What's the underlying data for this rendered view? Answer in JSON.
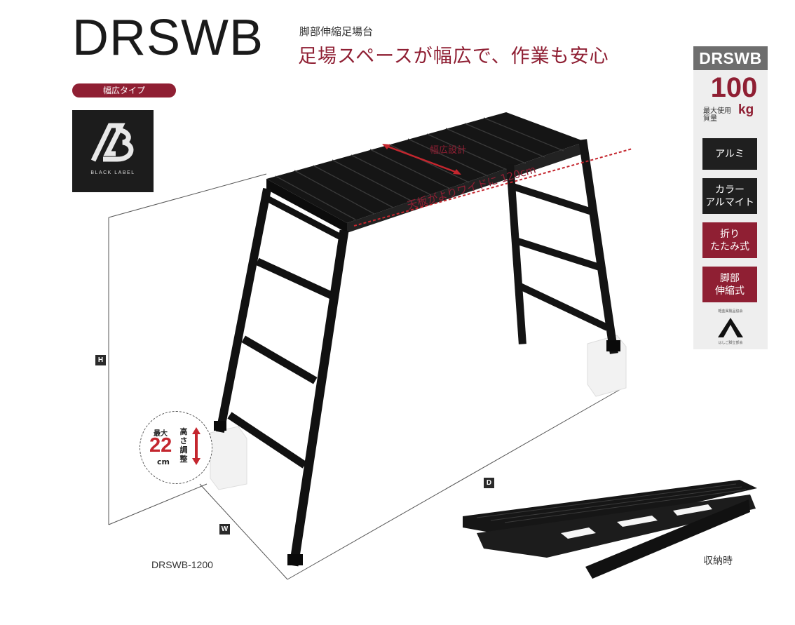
{
  "header": {
    "model": "DRSWB",
    "subtitle": "脚部伸縮足場台",
    "catchphrase": "足場スペースが幅広で、作業も安心",
    "type_badge": "幅広タイプ"
  },
  "logo": {
    "text": "BLACK LABEL",
    "icon": "black-label-b-logo"
  },
  "sidebar": {
    "model": "DRSWB",
    "max_load_value": "100",
    "max_load_label_line1": "最大使用",
    "max_load_label_line2": "質量",
    "max_load_unit": "kg",
    "tags": [
      {
        "line1": "アルミ",
        "line2": "",
        "color": "#1f1f1f"
      },
      {
        "line1": "カラー",
        "line2": "アルマイト",
        "color": "#1f1f1f"
      },
      {
        "line1": "折り",
        "line2": "たたみ式",
        "color": "#8f1f33"
      },
      {
        "line1": "脚部",
        "line2": "伸縮式",
        "color": "#8f1f33"
      }
    ],
    "association_top": "軽金属製品協会",
    "association_bottom": "はしご脚立部会",
    "association_icon": "ladder-association-mark-icon"
  },
  "product": {
    "feature_wide": "幅広設計",
    "feature_top": "天板がよりワイドに 120cm",
    "adjust_max": "最大",
    "adjust_value": "22",
    "adjust_unit": "cm",
    "adjust_label": "高さ調整"
  },
  "dimensions": {
    "h": "H",
    "w": "W",
    "d": "D"
  },
  "captions": {
    "model_caption": "DRSWB-1200",
    "folded_caption": "収納時"
  },
  "colors": {
    "accent": "#8f1f33",
    "highlight": "#c4262e",
    "product": "#1a1a1a"
  }
}
